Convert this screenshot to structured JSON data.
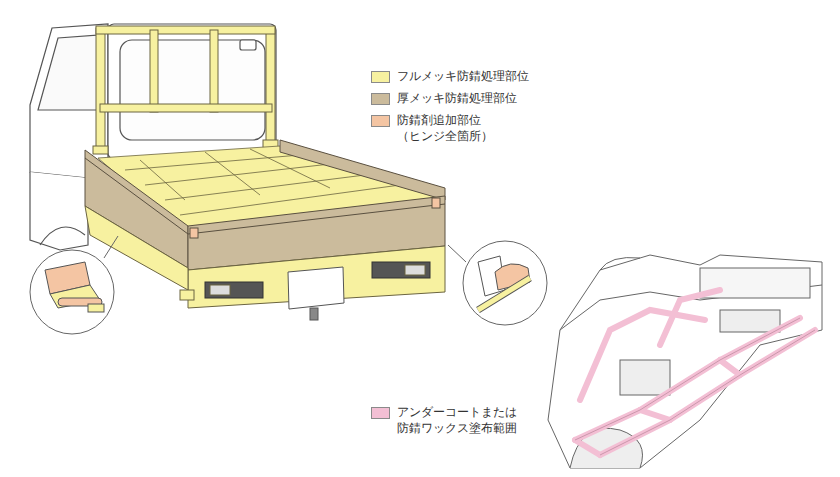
{
  "diagram": {
    "legend": [
      {
        "text": "フルメッキ防錆処理部位",
        "color": "#f7f1a0"
      },
      {
        "text": "厚メッキ防錆処理部位",
        "color": "#cbbb9c"
      },
      {
        "text": "防錆剤追加部位 （ヒンジ全箇所）",
        "color": "#f4c5a3"
      },
      {
        "text": "アンダーコートまたは 防錆ワックス塗布範囲",
        "color": "#f3bfd4"
      }
    ]
  }
}
